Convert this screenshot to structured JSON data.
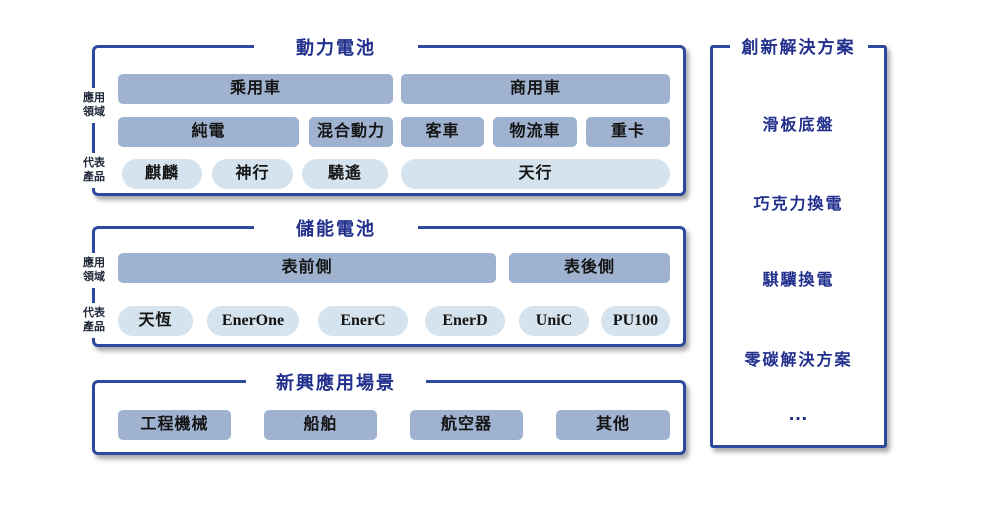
{
  "colors": {
    "border_navy": "#2e4a9e",
    "title_navy": "#22308d",
    "category_bar_blue": "#9fb3d1",
    "product_pill_blue": "#d4e3ed",
    "text_dark": "#141414",
    "background": "#ffffff"
  },
  "side_labels": {
    "application": "應用\n領域",
    "products": "代表\n產品"
  },
  "power": {
    "title": "動力電池",
    "categories": {
      "passenger": "乘用車",
      "commercial": "商用車"
    },
    "subcategories": {
      "bev": "純電",
      "hev": "混合動力",
      "bus": "客車",
      "logistics": "物流車",
      "heavy_truck": "重卡"
    },
    "products": {
      "qilin": "麒麟",
      "shenxing": "神行",
      "xiaoyao": "驍遙",
      "tianxing": "天行"
    }
  },
  "storage": {
    "title": "儲能電池",
    "categories": {
      "front_of_meter": "表前側",
      "behind_meter": "表後側"
    },
    "products": {
      "tianheng": "天恆",
      "enerone": "EnerOne",
      "enerc": "EnerC",
      "enerd": "EnerD",
      "unic": "UniC",
      "pu100": "PU100"
    }
  },
  "emerging": {
    "title": "新興應用場景",
    "items": {
      "machinery": "工程機械",
      "ships": "船舶",
      "aircraft": "航空器",
      "others": "其他"
    }
  },
  "solutions": {
    "title": "創新解決方案",
    "items": [
      "滑板底盤",
      "巧克力換電",
      "騏驥換電",
      "零碳解決方案",
      "…"
    ]
  }
}
